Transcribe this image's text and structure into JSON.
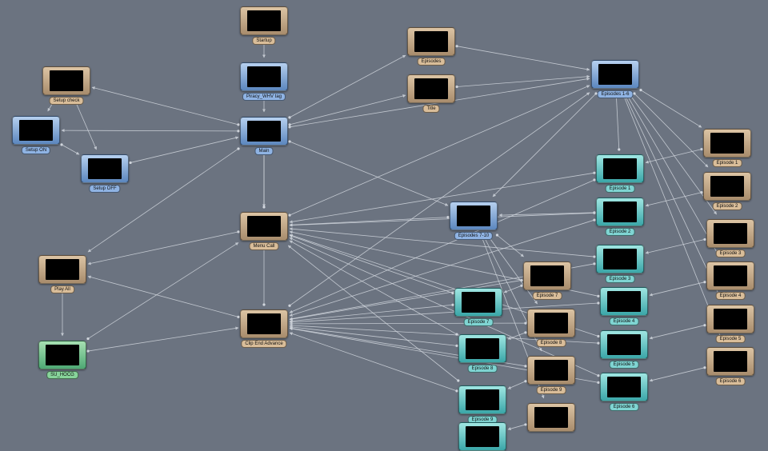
{
  "diagram": {
    "background": "#6b7380",
    "edge_color": "#d2d7de",
    "nodes": [
      {
        "id": "startup",
        "label": "Startup",
        "kind": "tan"
      },
      {
        "id": "piracy",
        "label": "Piracy_WHV tag",
        "kind": "blue"
      },
      {
        "id": "main",
        "label": "Main",
        "kind": "blue"
      },
      {
        "id": "setup_check",
        "label": "Setup check",
        "kind": "tan"
      },
      {
        "id": "setup_on",
        "label": "Setup ON",
        "kind": "blue"
      },
      {
        "id": "setup_off",
        "label": "Setup OFF",
        "kind": "blue"
      },
      {
        "id": "menu_call",
        "label": "Menu Call",
        "kind": "tan"
      },
      {
        "id": "play_all",
        "label": "Play All",
        "kind": "tan"
      },
      {
        "id": "su_hocg",
        "label": "SU_HOCG",
        "kind": "green"
      },
      {
        "id": "clip_end",
        "label": "Clip End Advance",
        "kind": "tan"
      },
      {
        "id": "episodes",
        "label": "Episodes",
        "kind": "tan"
      },
      {
        "id": "title",
        "label": "Title",
        "kind": "tan"
      },
      {
        "id": "episodes_1_6",
        "label": "Episodes 1-6",
        "kind": "blue"
      },
      {
        "id": "episodes_7_10",
        "label": "Episodes 7-10",
        "kind": "blue"
      },
      {
        "id": "ep1_clip",
        "label": "Episode 1",
        "kind": "teal"
      },
      {
        "id": "ep2_clip",
        "label": "Episode 2",
        "kind": "teal"
      },
      {
        "id": "ep3_clip",
        "label": "Episode 3",
        "kind": "teal"
      },
      {
        "id": "ep4_clip",
        "label": "Episode 4",
        "kind": "teal"
      },
      {
        "id": "ep5_clip",
        "label": "Episode 5",
        "kind": "teal"
      },
      {
        "id": "ep6_clip",
        "label": "Episode 6",
        "kind": "teal"
      },
      {
        "id": "ep7_clip",
        "label": "Episode 7",
        "kind": "teal"
      },
      {
        "id": "ep8_clip",
        "label": "Episode 8",
        "kind": "teal"
      },
      {
        "id": "ep9_clip",
        "label": "Episode 9",
        "kind": "teal"
      },
      {
        "id": "ep1_script",
        "label": "Episode 1",
        "kind": "tan"
      },
      {
        "id": "ep2_script",
        "label": "Episode 2",
        "kind": "tan"
      },
      {
        "id": "ep3_script",
        "label": "Episode 3",
        "kind": "tan"
      },
      {
        "id": "ep4_script",
        "label": "Episode 4",
        "kind": "tan"
      },
      {
        "id": "ep5_script",
        "label": "Episode 5",
        "kind": "tan"
      },
      {
        "id": "ep6_script",
        "label": "Episode 6",
        "kind": "tan"
      },
      {
        "id": "ep7_script",
        "label": "Episode 7",
        "kind": "tan"
      },
      {
        "id": "ep8_script",
        "label": "Episode 8",
        "kind": "tan"
      },
      {
        "id": "ep9_script",
        "label": "Episode 9",
        "kind": "tan"
      },
      {
        "id": "ep10_script",
        "label": "",
        "kind": "tan"
      },
      {
        "id": "ep10_clip",
        "label": "",
        "kind": "teal"
      }
    ],
    "edges": [
      [
        "startup",
        "piracy"
      ],
      [
        "piracy",
        "main"
      ],
      [
        "main",
        "setup_check"
      ],
      [
        "setup_check",
        "setup_on"
      ],
      [
        "setup_check",
        "setup_off"
      ],
      [
        "main",
        "setup_on"
      ],
      [
        "setup_on",
        "setup_off"
      ],
      [
        "setup_off",
        "main"
      ],
      [
        "main",
        "episodes"
      ],
      [
        "main",
        "title"
      ],
      [
        "main",
        "menu_call"
      ],
      [
        "main",
        "play_all"
      ],
      [
        "main",
        "episodes_1_6"
      ],
      [
        "main",
        "episodes_7_10"
      ],
      [
        "episodes",
        "episodes_1_6"
      ],
      [
        "title",
        "episodes_1_6"
      ],
      [
        "menu_call",
        "play_all"
      ],
      [
        "menu_call",
        "main"
      ],
      [
        "play_all",
        "su_hocg"
      ],
      [
        "su_hocg",
        "clip_end"
      ],
      [
        "su_hocg",
        "menu_call"
      ],
      [
        "clip_end",
        "menu_call"
      ],
      [
        "clip_end",
        "play_all"
      ],
      [
        "episodes_1_6",
        "episodes_7_10"
      ],
      [
        "episodes_1_6",
        "ep1_script"
      ],
      [
        "episodes_1_6",
        "ep2_script"
      ],
      [
        "episodes_1_6",
        "ep3_script"
      ],
      [
        "episodes_1_6",
        "ep4_script"
      ],
      [
        "episodes_1_6",
        "ep5_script"
      ],
      [
        "episodes_1_6",
        "ep6_script"
      ],
      [
        "episodes_7_10",
        "ep7_script"
      ],
      [
        "episodes_7_10",
        "ep8_script"
      ],
      [
        "episodes_7_10",
        "ep9_script"
      ],
      [
        "episodes_7_10",
        "ep10_script"
      ],
      [
        "episodes_7_10",
        "menu_call"
      ],
      [
        "ep1_script",
        "ep1_clip"
      ],
      [
        "ep2_script",
        "ep2_clip"
      ],
      [
        "ep3_script",
        "ep3_clip"
      ],
      [
        "ep4_script",
        "ep4_clip"
      ],
      [
        "ep5_script",
        "ep5_clip"
      ],
      [
        "ep6_script",
        "ep6_clip"
      ],
      [
        "ep7_script",
        "ep7_clip"
      ],
      [
        "ep8_script",
        "ep8_clip"
      ],
      [
        "ep9_script",
        "ep9_clip"
      ],
      [
        "ep10_script",
        "ep10_clip"
      ],
      [
        "ep1_clip",
        "clip_end"
      ],
      [
        "ep2_clip",
        "clip_end"
      ],
      [
        "ep3_clip",
        "clip_end"
      ],
      [
        "ep4_clip",
        "clip_end"
      ],
      [
        "ep5_clip",
        "clip_end"
      ],
      [
        "ep6_clip",
        "clip_end"
      ],
      [
        "ep7_clip",
        "clip_end"
      ],
      [
        "ep8_clip",
        "clip_end"
      ],
      [
        "ep9_clip",
        "clip_end"
      ],
      [
        "ep1_clip",
        "menu_call"
      ],
      [
        "ep2_clip",
        "menu_call"
      ],
      [
        "ep3_clip",
        "menu_call"
      ],
      [
        "ep4_clip",
        "menu_call"
      ],
      [
        "ep5_clip",
        "menu_call"
      ],
      [
        "ep6_clip",
        "menu_call"
      ],
      [
        "ep7_clip",
        "menu_call"
      ],
      [
        "ep8_clip",
        "menu_call"
      ],
      [
        "ep9_clip",
        "menu_call"
      ],
      [
        "ep7_script",
        "clip_end"
      ],
      [
        "ep8_script",
        "clip_end"
      ],
      [
        "ep9_script",
        "clip_end"
      ],
      [
        "ep1_clip",
        "episodes_1_6"
      ],
      [
        "ep2_clip",
        "episodes_7_10"
      ],
      [
        "clip_end",
        "episodes_1_6"
      ],
      [
        "menu_call",
        "episodes_1_6"
      ]
    ]
  }
}
